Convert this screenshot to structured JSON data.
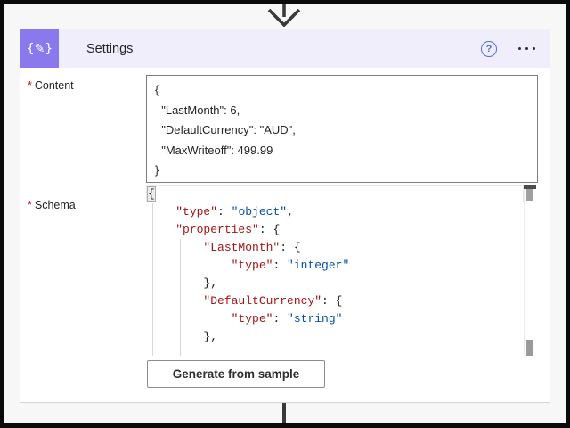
{
  "header": {
    "title": "Settings",
    "icon_glyph": "{✎}",
    "help_glyph": "?"
  },
  "fields": {
    "content": {
      "required": "*",
      "label": "Content",
      "value": "{\n  \"LastMonth\": 6,\n  \"DefaultCurrency\": \"AUD\",\n  \"MaxWriteoff\": 499.99\n}"
    },
    "schema": {
      "required": "*",
      "label": "Schema",
      "code_lines": [
        [
          [
            "p",
            "{"
          ]
        ],
        [
          [
            "w",
            "    "
          ],
          [
            "k",
            "\"type\""
          ],
          [
            "p",
            ": "
          ],
          [
            "s",
            "\"object\""
          ],
          [
            "p",
            ","
          ]
        ],
        [
          [
            "w",
            "    "
          ],
          [
            "k",
            "\"properties\""
          ],
          [
            "p",
            ": {"
          ]
        ],
        [
          [
            "w",
            "        "
          ],
          [
            "k",
            "\"LastMonth\""
          ],
          [
            "p",
            ": {"
          ]
        ],
        [
          [
            "w",
            "            "
          ],
          [
            "k",
            "\"type\""
          ],
          [
            "p",
            ": "
          ],
          [
            "s",
            "\"integer\""
          ]
        ],
        [
          [
            "w",
            "        "
          ],
          [
            "p",
            "},"
          ]
        ],
        [
          [
            "w",
            "        "
          ],
          [
            "k",
            "\"DefaultCurrency\""
          ],
          [
            "p",
            ": {"
          ]
        ],
        [
          [
            "w",
            "            "
          ],
          [
            "k",
            "\"type\""
          ],
          [
            "p",
            ": "
          ],
          [
            "s",
            "\"string\""
          ]
        ],
        [
          [
            "w",
            "        "
          ],
          [
            "p",
            "},"
          ]
        ]
      ]
    }
  },
  "actions": {
    "generate_button": "Generate from sample"
  },
  "colors": {
    "accent_purple": "#8a79ec",
    "header_bg": "#f1eefb",
    "json_key": "#a31515",
    "json_string": "#0451a5",
    "required_red": "#c50f1f",
    "help_blue": "#4f6bed"
  }
}
